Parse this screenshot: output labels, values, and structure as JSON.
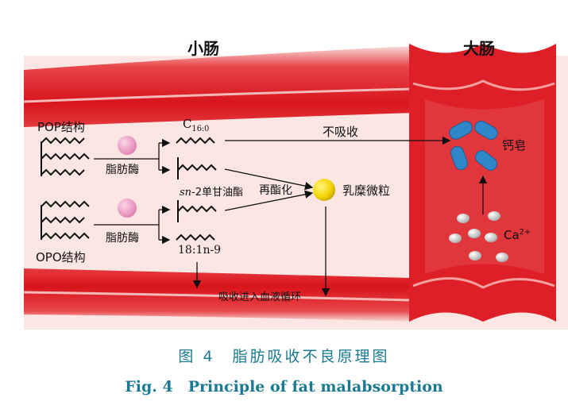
{
  "header": {
    "small_intestine": "小肠",
    "large_intestine": "大肠"
  },
  "labels": {
    "pop": "POP结构",
    "opo": "OPO结构",
    "lipase_top": "脂肪酶",
    "lipase_bottom": "脂肪酶",
    "c16_main": "C",
    "c16_sub": "16:0",
    "sn2_italic": "sn",
    "sn2_rest": "-2单甘油酯",
    "oleic": "18:1n-9",
    "not_absorbed": "不吸收",
    "reesterification": "再酯化",
    "chylomicron": "乳糜微粒",
    "absorb_blood": "吸收进入血液循环",
    "calcium_soap": "钙皂",
    "ca_main": "Ca",
    "ca_sup": "2+"
  },
  "caption": {
    "cn": "图 4　脂肪吸收不良原理图",
    "en": "Fig. 4　Principle of fat malabsorption"
  },
  "colors": {
    "intestine_wall": "#e3262c",
    "lumen": "#fbe6e4",
    "caption": "#1b7a92",
    "lipase": "#ee9ec4",
    "chylomicron": "#f2d200",
    "calcium_soap": "#2f86c8"
  }
}
